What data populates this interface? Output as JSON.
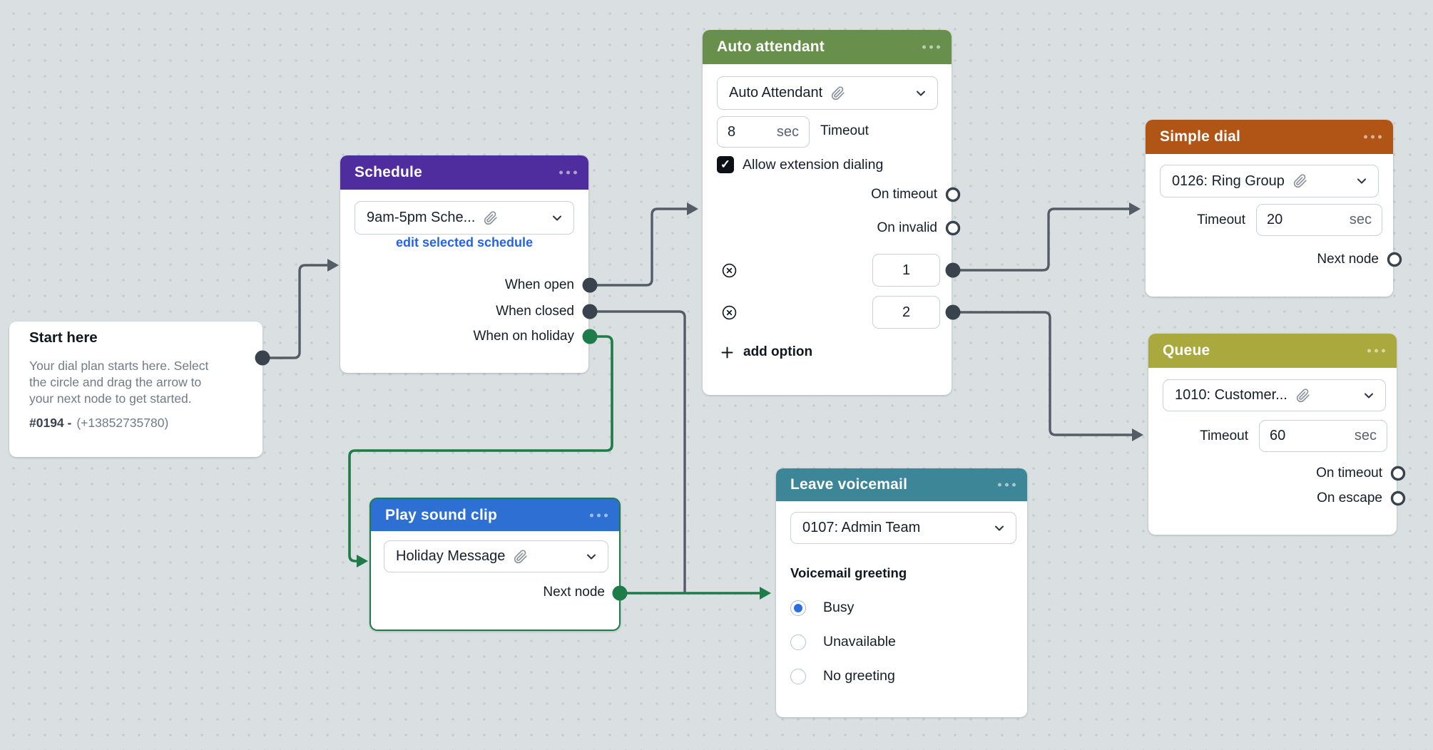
{
  "colors": {
    "canvas_bg": "#dae0e1",
    "canvas_dot": "#c4cbcd",
    "wire_gray": "#545d67",
    "wire_green": "#1d7c48",
    "port_dark": "#39434d",
    "header_schedule": "#4f2d9e",
    "header_auto_attendant": "#68904c",
    "header_simple_dial": "#b05515",
    "header_queue": "#a9a93d",
    "header_play_sound_clip": "#2d6fd2",
    "header_leave_voicemail": "#3d8697",
    "link_blue": "#2563e4",
    "radio_blue": "#2d6ede"
  },
  "nodes": {
    "start": {
      "title": "Start here",
      "line1": "Your dial plan starts here. Select",
      "line2": "the circle and drag the arrow to",
      "line3": "your next node to get started.",
      "plan_id": "#0194 -",
      "phone": "(+13852735780)"
    },
    "schedule": {
      "title": "Schedule",
      "dropdown_value": "9am-5pm Sche...",
      "edit_link": "edit selected schedule",
      "outputs": [
        "When open",
        "When closed",
        "When on holiday"
      ]
    },
    "auto_attendant": {
      "title": "Auto attendant",
      "dropdown_value": "Auto Attendant",
      "timeout_value": "8",
      "timeout_unit": "sec",
      "timeout_label": "Timeout",
      "checkbox_label": "Allow extension dialing",
      "checkbox_checked": true,
      "check_glyph": "✓",
      "outputs": [
        "On timeout",
        "On invalid"
      ],
      "options": [
        "1",
        "2"
      ],
      "add_option_label": "add option"
    },
    "simple_dial": {
      "title": "Simple dial",
      "dropdown_value": "0126: Ring Group",
      "timeout_label": "Timeout",
      "timeout_value": "20",
      "timeout_unit": "sec",
      "next_node_label": "Next node"
    },
    "queue": {
      "title": "Queue",
      "dropdown_value": "1010: Customer...",
      "timeout_label": "Timeout",
      "timeout_value": "60",
      "timeout_unit": "sec",
      "outputs": [
        "On timeout",
        "On escape"
      ]
    },
    "play_sound_clip": {
      "title": "Play sound clip",
      "dropdown_value": "Holiday Message",
      "next_node_label": "Next node",
      "selected": true
    },
    "leave_voicemail": {
      "title": "Leave voicemail",
      "dropdown_value": "0107: Admin Team",
      "greeting_label": "Voicemail greeting",
      "greeting_options": [
        "Busy",
        "Unavailable",
        "No greeting"
      ],
      "selected_greeting": "Busy"
    }
  }
}
